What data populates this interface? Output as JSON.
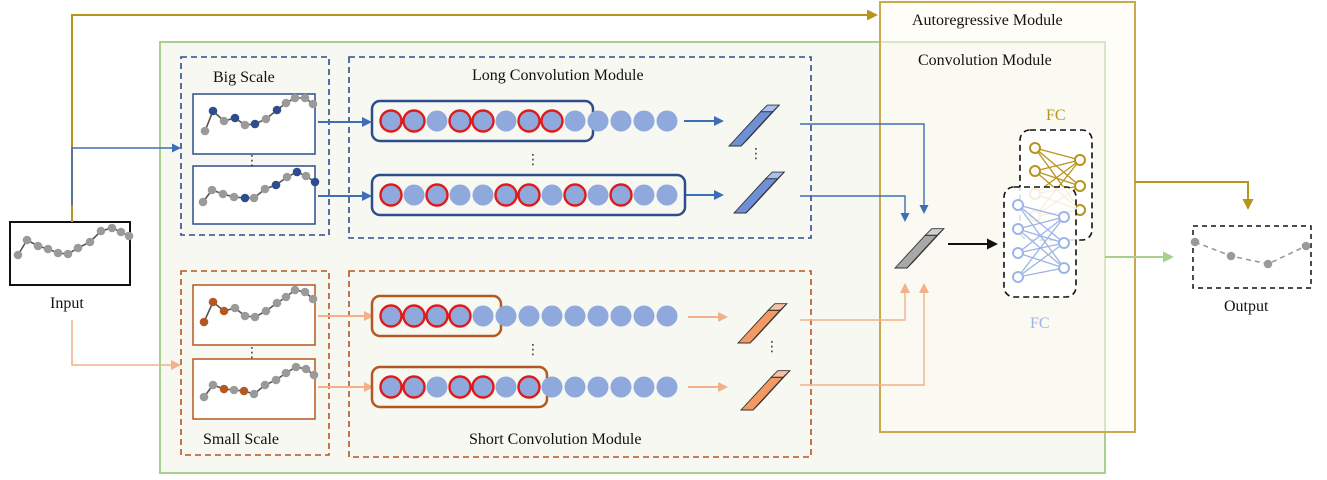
{
  "labels": {
    "autoregressive_module": "Autoregressive Module",
    "convolution_module": "Convolution Module",
    "big_scale": "Big Scale",
    "small_scale": "Small Scale",
    "long_conv_module": "Long Convolution Module",
    "short_conv_module": "Short Convolution Module",
    "input": "Input",
    "output": "Output",
    "fc_top": "FC",
    "fc_bottom": "FC",
    "ellipsis": "⋮"
  },
  "colors": {
    "blue": "#3f6eb8",
    "blue_dark": "#2e4d8c",
    "blue_node": "#8fa9dd",
    "blue_light": "#9db4e6",
    "orange": "#d9773a",
    "orange_dark": "#b5581f",
    "orange_light": "#f4b08a",
    "gold": "#b8941c",
    "gold_box": "#c9a850",
    "green": "#a9cf8e",
    "green_bg": "#f7f8f1",
    "gray": "#9a9a9a",
    "red": "#e0191b"
  },
  "long_sequences": [
    {
      "red_indices": [
        0,
        1,
        3,
        4,
        6,
        7
      ]
    },
    {
      "red_indices": [
        0,
        2,
        5,
        6,
        8,
        10
      ]
    }
  ],
  "short_sequences": [
    {
      "red_indices": [
        0,
        1,
        2,
        3
      ]
    },
    {
      "red_indices": [
        0,
        1,
        3,
        4,
        6
      ]
    }
  ]
}
